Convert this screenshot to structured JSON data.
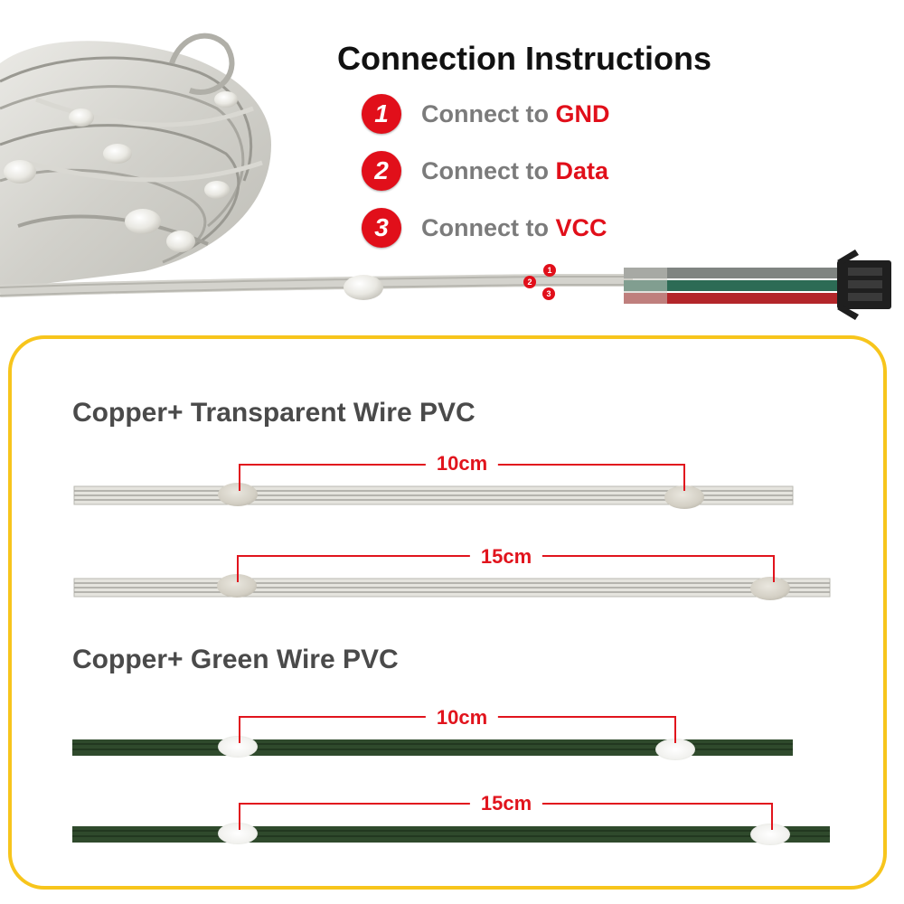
{
  "header": {
    "title": "Connection Instructions",
    "instructions": [
      {
        "number": "1",
        "prefix": "Connect to",
        "pin": "GND"
      },
      {
        "number": "2",
        "prefix": "Connect to",
        "pin": "Data"
      },
      {
        "number": "3",
        "prefix": "Connect to",
        "pin": "VCC"
      }
    ],
    "wire_markers": [
      "1",
      "2",
      "3"
    ]
  },
  "panel": {
    "sections": [
      {
        "heading": "Copper+ Transparent Wire PVC",
        "wire_color": "transparent",
        "samples": [
          {
            "spacing_label": "10cm"
          },
          {
            "spacing_label": "15cm"
          }
        ]
      },
      {
        "heading": "Copper+ Green Wire PVC",
        "wire_color": "green",
        "samples": [
          {
            "spacing_label": "10cm"
          },
          {
            "spacing_label": "15cm"
          }
        ]
      }
    ]
  },
  "colors": {
    "accent_red": "#e10f1a",
    "panel_border": "#f7c51c",
    "instruction_gray": "#7b7b7b",
    "green_wire": "#2f4a2c",
    "connector_black": "#1f1f1f"
  },
  "icons": [
    "led-node-icon",
    "connector-plug-icon",
    "number-badge-icon"
  ]
}
